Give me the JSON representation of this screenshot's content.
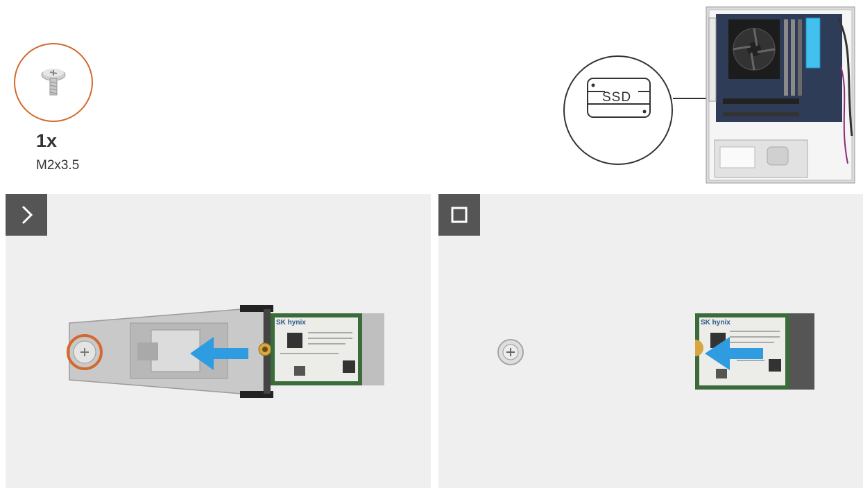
{
  "legend": {
    "quantity": "1x",
    "screw_size": "M2x3.5"
  },
  "overview": {
    "callout_label": "SSD"
  },
  "panels": {
    "left": {
      "step_icon": "chevron-right-icon"
    },
    "right": {
      "step_icon": "stop-square-icon"
    }
  },
  "ssd_label": {
    "brand": "SK hynix"
  },
  "colors": {
    "accent_orange": "#d2692e",
    "arrow_blue": "#2f9be0",
    "panel_bg": "#efefef",
    "badge_bg": "#555555"
  }
}
